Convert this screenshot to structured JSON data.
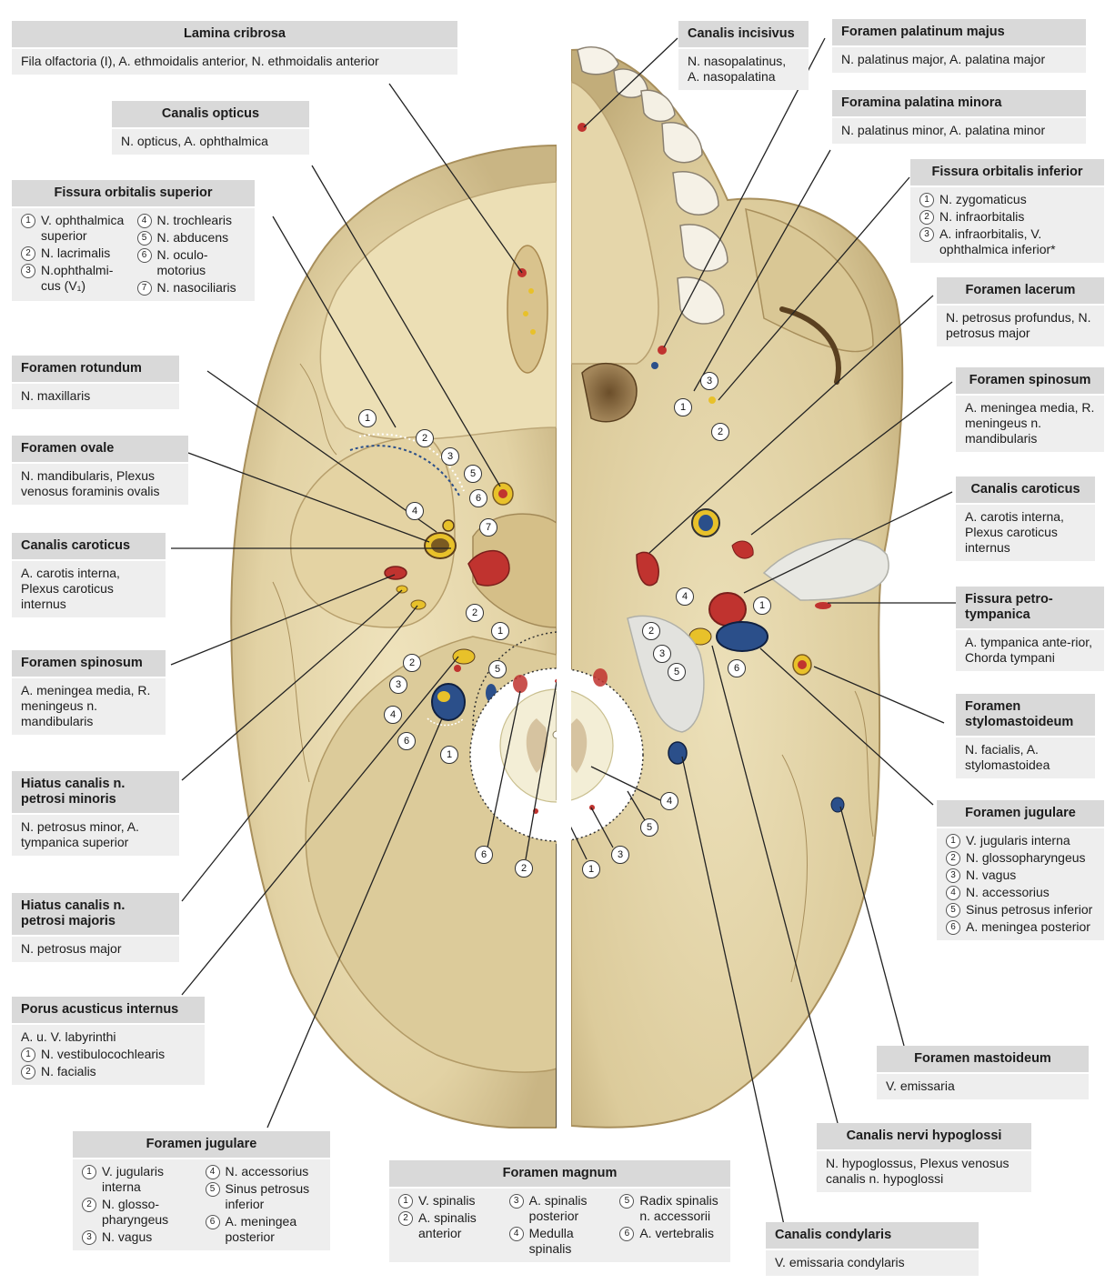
{
  "labels": {
    "lamina": {
      "title": "Lamina cribrosa",
      "text": "Fila olfactoria (I), A. ethmoidalis anterior, N. ethmoidalis anterior"
    },
    "opticus": {
      "title": "Canalis opticus",
      "text": "N. opticus, A. ophthalmica"
    },
    "fos": {
      "title": "Fissura orbitalis superior",
      "items_left": [
        [
          "1",
          "V. ophthalmica superior"
        ],
        [
          "2",
          "N. lacrimalis"
        ],
        [
          "3",
          "N.ophthalmi-cus (V₁)"
        ]
      ],
      "items_right": [
        [
          "4",
          "N. trochlearis"
        ],
        [
          "5",
          "N. abducens"
        ],
        [
          "6",
          "N. oculo-motorius"
        ],
        [
          "7",
          "N. nasociliaris"
        ]
      ]
    },
    "rotundum": {
      "title": "Foramen rotundum",
      "text": "N. maxillaris"
    },
    "ovale": {
      "title": "Foramen ovale",
      "text": "N. mandibularis, Plexus venosus foraminis ovalis"
    },
    "caroticus_l": {
      "title": "Canalis caroticus",
      "text": "A. carotis interna, Plexus caroticus internus"
    },
    "spinosum_l": {
      "title": "Foramen spinosum",
      "text": "A. meningea media, R. meningeus n. mandibularis"
    },
    "hiatus_min": {
      "title": "Hiatus canalis n. petrosi minoris",
      "text": "N. petrosus minor, A. tympanica superior"
    },
    "hiatus_maj": {
      "title": "Hiatus canalis n. petrosi majoris",
      "text": "N. petrosus major"
    },
    "porus": {
      "title": "Porus acusticus internus",
      "text": "A. u. V. labyrinthi",
      "items": [
        [
          "1",
          "N. vestibulocochlearis"
        ],
        [
          "2",
          "N. facialis"
        ]
      ]
    },
    "jugulare_b": {
      "title": "Foramen jugulare",
      "items_left": [
        [
          "1",
          "V. jugularis interna"
        ],
        [
          "2",
          "N. glosso-pharyngeus"
        ],
        [
          "3",
          "N. vagus"
        ]
      ],
      "items_right": [
        [
          "4",
          "N. accessorius"
        ],
        [
          "5",
          "Sinus petrosus inferior"
        ],
        [
          "6",
          "A. meningea posterior"
        ]
      ]
    },
    "magnum": {
      "title": "Foramen magnum",
      "c1": [
        [
          "1",
          "V. spinalis"
        ],
        [
          "2",
          "A. spinalis anterior"
        ]
      ],
      "c2": [
        [
          "3",
          "A. spinalis posterior"
        ],
        [
          "4",
          "Medulla spinalis"
        ]
      ],
      "c3": [
        [
          "5",
          "Radix spinalis n. accessorii"
        ],
        [
          "6",
          "A. vertebralis"
        ]
      ]
    },
    "incisivus": {
      "title": "Canalis incisivus",
      "text": "N. nasopalatinus, A. nasopalatina"
    },
    "pal_maj": {
      "title": "Foramen palatinum majus",
      "text": "N. palatinus major, A. palatina major"
    },
    "pal_min": {
      "title": "Foramina palatina minora",
      "text": "N. palatinus minor, A. palatina minor"
    },
    "foi": {
      "title": "Fissura orbitalis inferior",
      "items": [
        [
          "1",
          "N. zygomaticus"
        ],
        [
          "2",
          "N. infraorbitalis"
        ],
        [
          "3",
          "A. infraorbitalis, V. ophthalmica inferior*"
        ]
      ]
    },
    "lacerum": {
      "title": "Foramen lacerum",
      "text": "N. petrosus profundus, N. petrosus major"
    },
    "spinosum_r": {
      "title": "Foramen spinosum",
      "text": "A. meningea media, R. meningeus n. mandibularis"
    },
    "caroticus_r": {
      "title": "Canalis caroticus",
      "text": "A. carotis interna, Plexus caroticus internus"
    },
    "petrotymp": {
      "title": "Fissura petro-tympanica",
      "text": "A. tympanica ante-rior, Chorda tympani"
    },
    "stylo": {
      "title": "Foramen stylomastoideum",
      "text": "N. facialis, A. stylomastoidea"
    },
    "jugulare_r": {
      "title": "Foramen jugulare",
      "items": [
        [
          "1",
          "V. jugularis interna"
        ],
        [
          "2",
          "N. glossopharyngeus"
        ],
        [
          "3",
          "N. vagus"
        ],
        [
          "4",
          "N. accessorius"
        ],
        [
          "5",
          "Sinus petrosus inferior"
        ],
        [
          "6",
          "A. meningea posterior"
        ]
      ]
    },
    "mastoid": {
      "title": "Foramen mastoideum",
      "text": "V. emissaria"
    },
    "hypoglossi": {
      "title": "Canalis nervi hypoglossi",
      "text": "N. hypoglossus, Plexus venosus canalis n. hypoglossi"
    },
    "condylaris": {
      "title": "Canalis condylaris",
      "text": "V. emissaria condylaris"
    }
  },
  "markers": {
    "m1": "1",
    "m2": "2",
    "m3": "3",
    "m4": "4",
    "m5": "5",
    "m6": "6",
    "m7": "7"
  },
  "colors": {
    "bone": "#e6d8b0",
    "bone_dark": "#c9b585",
    "panel_title": "#d9d9d9",
    "panel_body": "#eeeeee",
    "artery": "#c0332f",
    "vein": "#2b4f8a",
    "nerve": "#e8c12a"
  }
}
